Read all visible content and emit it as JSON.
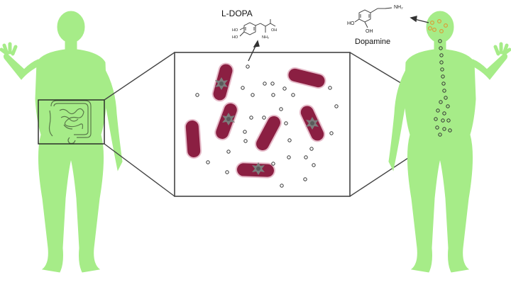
{
  "labels": {
    "precursor": "L-DOPA",
    "product": "Dopamine"
  },
  "chem_text": {
    "ldopa_ho_top": "HO",
    "ldopa_ho_bottom": "HO",
    "ldopa_oh": "OH",
    "ldopa_nh2": "NH₂",
    "dopamine_ho": "HO",
    "dopamine_oh": "OH",
    "dopamine_nh2": "NH₂"
  },
  "colors": {
    "body": "#a6ec88",
    "bacteria": "#8b1f42",
    "bacteria_glow": "#c86b8a",
    "enzyme": "#7c7c7c",
    "line": "#444444",
    "brain_dots": "#d8a13a"
  }
}
